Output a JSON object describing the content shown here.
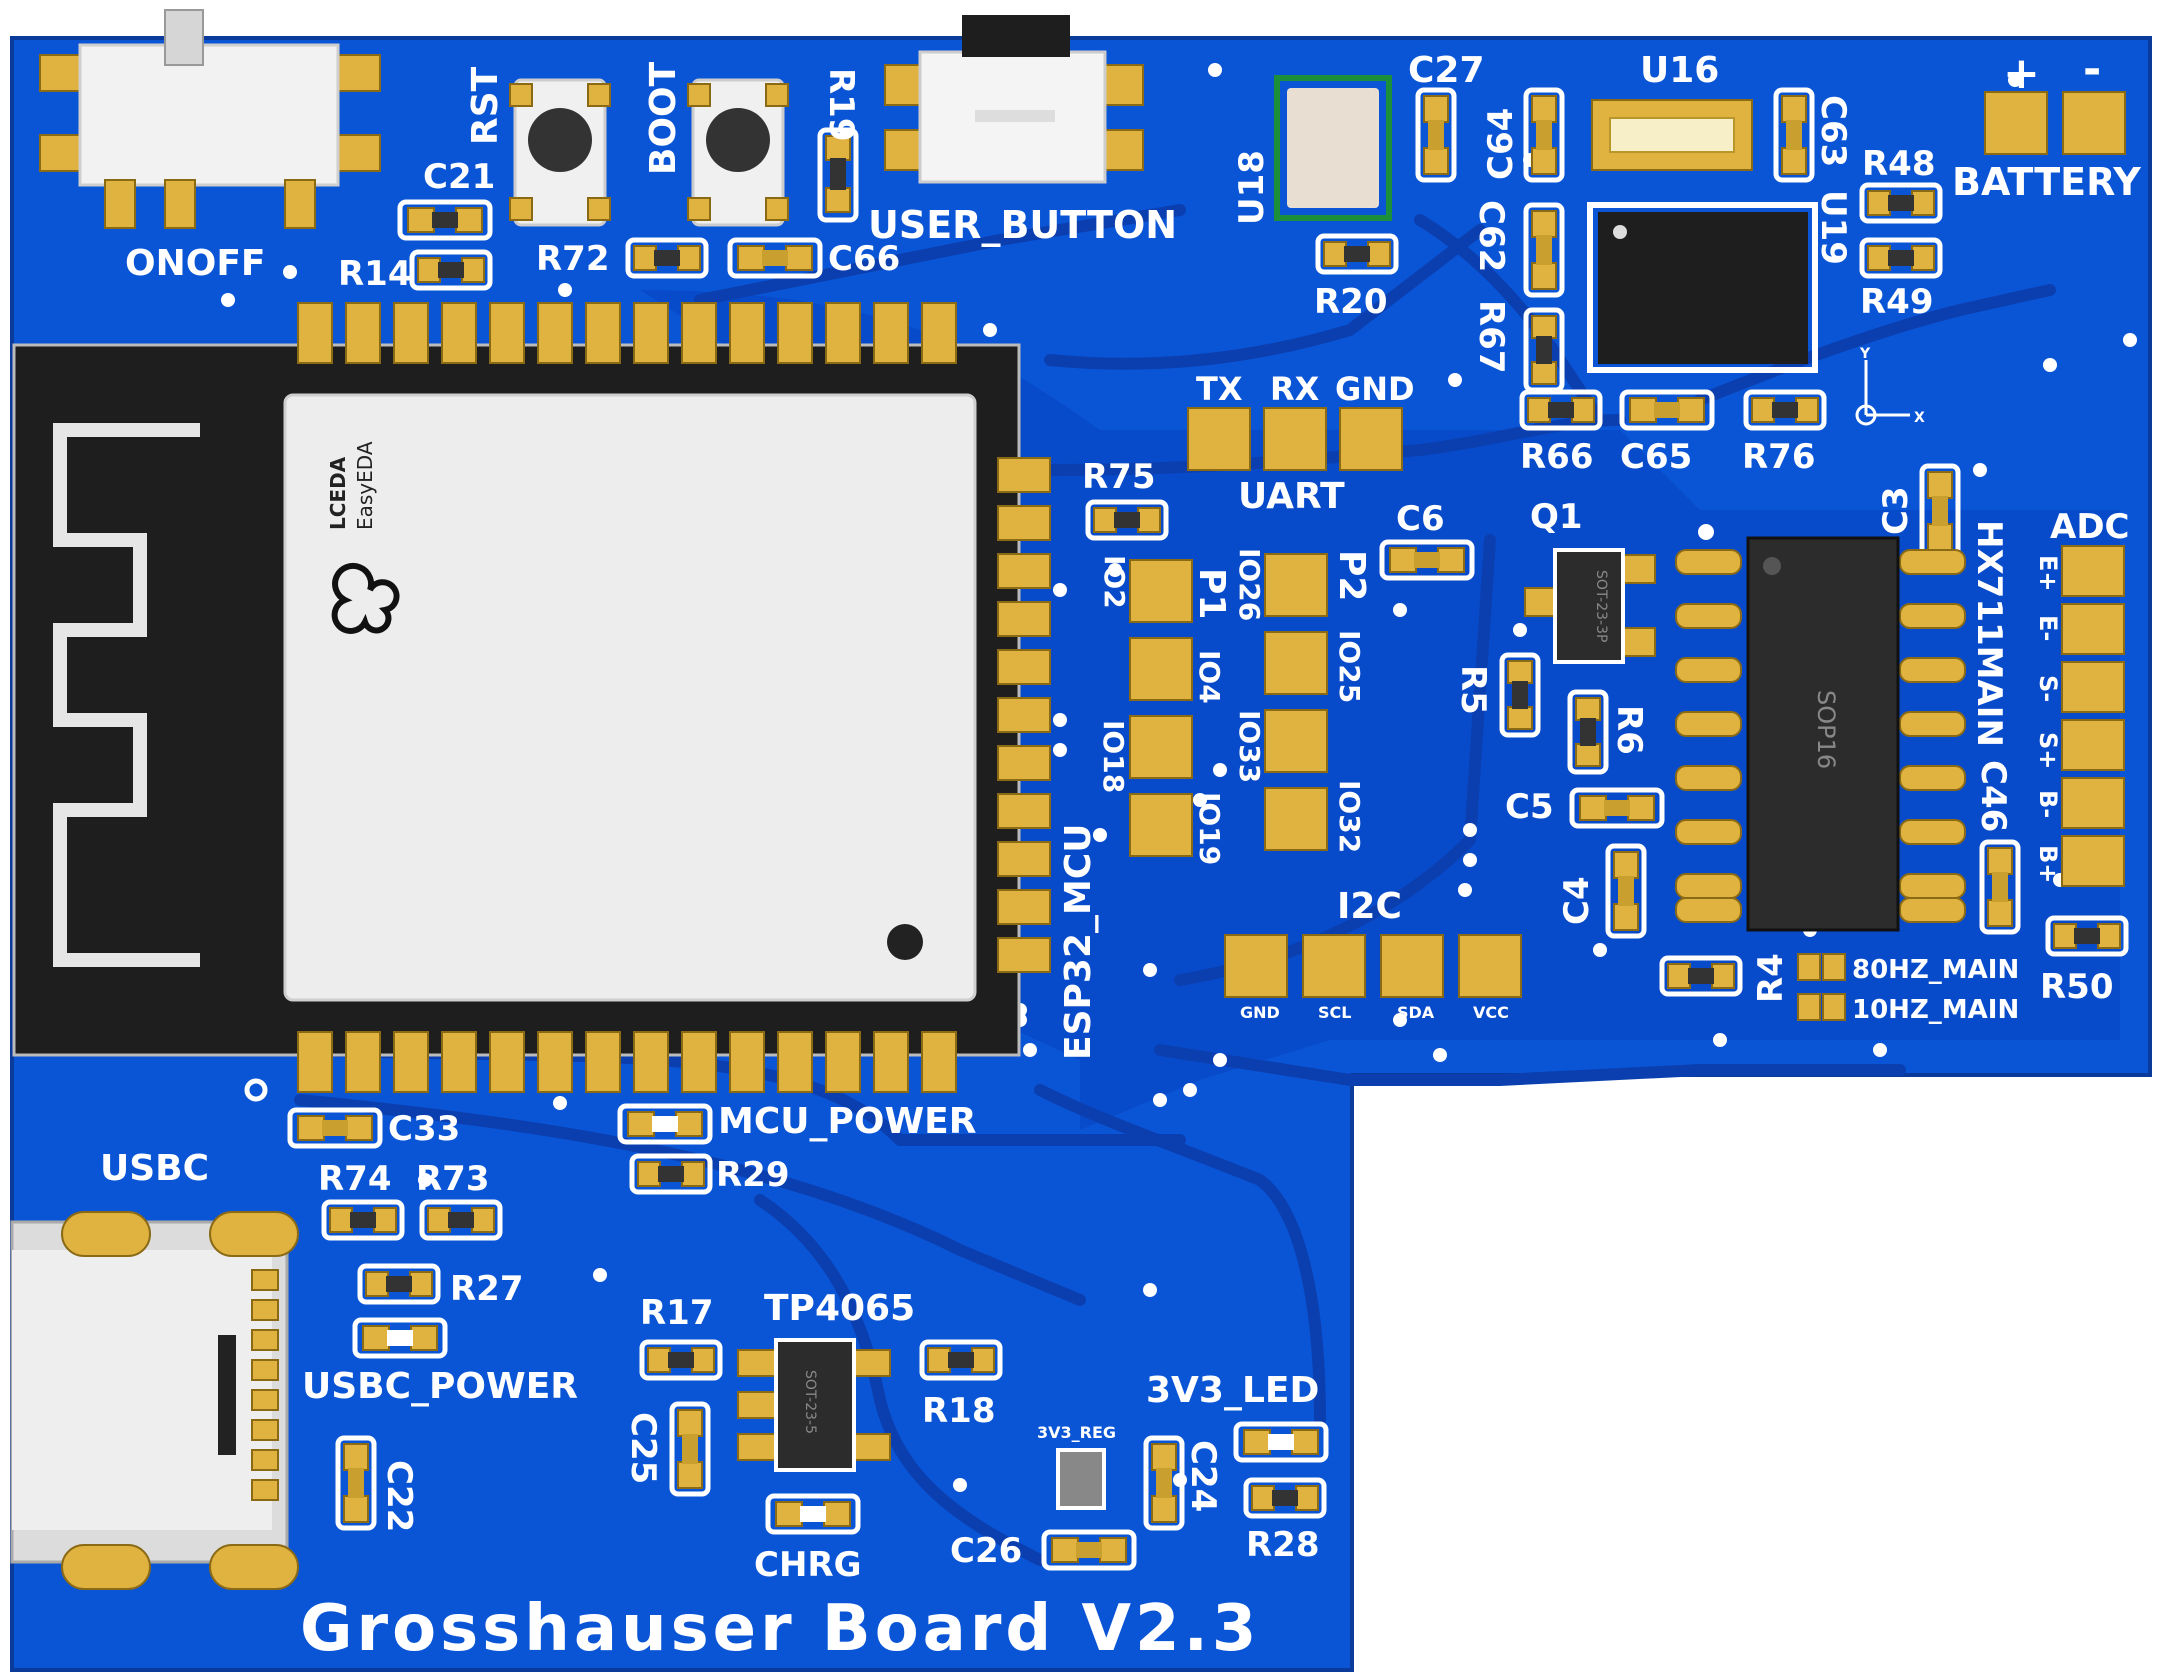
{
  "board": {
    "title": "Grosshauser Board V2.3",
    "colors": {
      "board": "#0a55d6",
      "board_dark": "#0640b8",
      "silk": "#ffffff",
      "pad": "#e0b340",
      "module": "#ededed",
      "ic": "#2a2a2a"
    }
  },
  "module": {
    "name": "ESP32_MCU",
    "logo_line1": "LCEDA",
    "logo_line2": "EasyEDA"
  },
  "labels": {
    "onoff": "ONOFF",
    "rst": "RST",
    "boot": "BOOT",
    "r19": "R19",
    "user_button": "USER_BUTTON",
    "u18": "U18",
    "c27": "C27",
    "c64": "C64",
    "u16": "U16",
    "c63": "C63",
    "u19": "U19",
    "plus": "+",
    "minus": "-",
    "battery": "BATTERY",
    "r48": "R48",
    "r49": "R49",
    "c21": "C21",
    "r14": "R14",
    "r72": "R72",
    "c66": "C66",
    "r20": "R20",
    "c62": "C62",
    "r67": "R67",
    "tx": "TX",
    "rx": "RX",
    "gnd": "GND",
    "uart": "UART",
    "r66": "R66",
    "c65": "C65",
    "r76": "R76",
    "r75": "R75",
    "io2": "IO2",
    "p1": "P1",
    "io26": "IO26",
    "p2": "P2",
    "io4": "IO4",
    "io25": "IO25",
    "io18": "IO18",
    "io33": "IO33",
    "io19": "IO19",
    "io32": "IO32",
    "c6": "C6",
    "q1": "Q1",
    "sot233p": "SOT-23-3P",
    "c3": "C3",
    "hx711": "HX711MAIN",
    "sop16": "SOP16",
    "adc": "ADC",
    "e_plus": "E+",
    "e_minus": "E-",
    "s_minus": "S-",
    "s_plus": "S+",
    "b_minus": "B-",
    "b_plus": "B+",
    "r5": "R5",
    "r6": "R6",
    "c5": "C5",
    "c4": "C4",
    "c46": "C46",
    "r4": "R4",
    "r50": "R50",
    "hz80": "80HZ_MAIN",
    "hz10": "10HZ_MAIN",
    "i2c": "I2C",
    "i2c_gnd": "GND",
    "i2c_scl": "SCL",
    "i2c_sda": "SDA",
    "i2c_vcc": "VCC",
    "c33": "C33",
    "mcu_power": "MCU_POWER",
    "r29": "R29",
    "usbc": "USBC",
    "r74": "R74",
    "r73": "R73",
    "r27": "R27",
    "usbc_power": "USBC_POWER",
    "c22": "C22",
    "r17": "R17",
    "tp4065": "TP4065",
    "sot235": "SOT-23-5",
    "r18": "R18",
    "c25": "C25",
    "chrg": "CHRG",
    "reg": "3V3_REG",
    "c24": "C24",
    "c26": "C26",
    "led3v3": "3V3_LED",
    "r28": "R28",
    "axis_y": "Y",
    "axis_x": "X"
  }
}
